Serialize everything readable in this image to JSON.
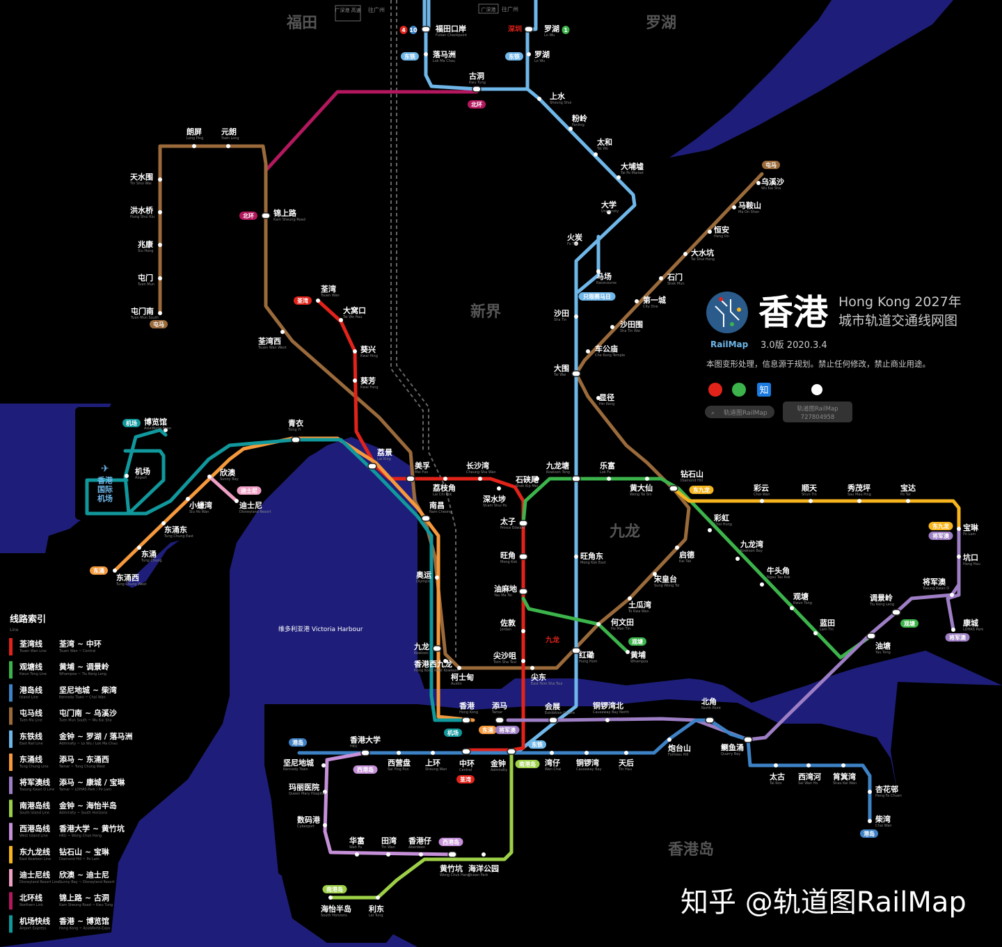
{
  "title": {
    "main": "香港",
    "en_year": "Hong Kong   2027年",
    "subtitle": "城市轨道交通线网图",
    "logo_name": "RailMap",
    "version_date": "3.0版    2020.3.4",
    "notice": "本图变形处理，信息源于规划。禁止任何修改，禁止商业用途。",
    "search_handle": "轨道图RailMap",
    "qq_group_label": "轨道图RailMap",
    "qq_group_number": "727804958"
  },
  "watermark": "知乎 @轨道图RailMap",
  "regions": [
    "福田",
    "罗湖",
    "新界",
    "九龙",
    "香港岛"
  ],
  "harbour_label": "维多利亚港  Victoria Harbour",
  "airport_label": [
    "香港",
    "国际",
    "机场"
  ],
  "border_notes": {
    "hsr_left": "广深港\n高速",
    "to_gz_left": "往广州",
    "hsr_right": "广深港",
    "to_gz_right": "往广州",
    "shenzhen": "深圳",
    "kowloon_hsr": "九龙"
  },
  "legend": {
    "title": "线路索引",
    "subtitle": "Line",
    "lines": [
      {
        "name": "荃湾线",
        "en": "Tsuen Wan Line",
        "route": "荃湾 ~ 中环",
        "route_en": "Tsuen Wan ~ Central",
        "color": "#e2231a"
      },
      {
        "name": "观塘线",
        "en": "Kwun Tong Line",
        "route": "黄埔 ~ 调景岭",
        "route_en": "Whampoa ~ Tiu Keng Leng",
        "color": "#3cb44b"
      },
      {
        "name": "港岛线",
        "en": "Island Line",
        "route": "坚尼地城 ~ 柴湾",
        "route_en": "Kennedy Town ~ Chai Wan",
        "color": "#3e82c6"
      },
      {
        "name": "屯马线",
        "en": "Tuen Ma Line",
        "route": "屯门南 ~ 乌溪沙",
        "route_en": "Tuen Mun South ~ Wu Kai Sha",
        "color": "#9a6a3b"
      },
      {
        "name": "东铁线",
        "en": "East Rail Line",
        "route": "金钟 ~ 罗湖 / 落马洲",
        "route_en": "Admiralty ~ Lo Wu / Lok Ma Chau",
        "color": "#6fb7e9"
      },
      {
        "name": "东涌线",
        "en": "Tung Chung Line",
        "route": "添马 ~ 东涌西",
        "route_en": "Tamar ~ Tung Chung West",
        "color": "#f5993c"
      },
      {
        "name": "将军澳线",
        "en": "Tseung Kwan O Line",
        "route": "添马 ~ 康城 / 宝琳",
        "route_en": "Tamar ~ LOHAS Park / Po Lam",
        "color": "#9e7ec4"
      },
      {
        "name": "南港岛线",
        "en": "South Island Line",
        "route": "金钟 ~ 海怡半岛",
        "route_en": "Admiralty ~ South Horizons",
        "color": "#9dd047"
      },
      {
        "name": "西港岛线",
        "en": "West Island Line",
        "route": "香港大学 ~ 黄竹坑",
        "route_en": "HKU ~ Wong Chuk Hang",
        "color": "#c590d8"
      },
      {
        "name": "东九龙线",
        "en": "East Kowloon Line",
        "route": "钻石山 ~ 宝琳",
        "route_en": "Diamond Hill ~ Po Lam",
        "color": "#f6b51e"
      },
      {
        "name": "迪士尼线",
        "en": "Disneyland Resort Line",
        "route": "欣澳 ~ 迪士尼",
        "route_en": "Sunny Bay ~ Disneyland Resort",
        "color": "#ef9fc4"
      },
      {
        "name": "北环线",
        "en": "Northern Link",
        "route": "锦上路 ~ 古洞",
        "route_en": "Kam Sheung Road ~ Kwu Tung",
        "color": "#b3185e"
      },
      {
        "name": "机场快线",
        "en": "Airport Express",
        "route": "香港 ~ 博览馆",
        "route_en": "Hong Kong ~ AsiaWorld-Expo",
        "color": "#11989c"
      }
    ]
  },
  "line_colors": {
    "tsuen_wan": "#e2231a",
    "kwun_tong": "#3cb44b",
    "island": "#3e82c6",
    "tuen_ma": "#9a6a3b",
    "east_rail": "#6fb7e9",
    "tung_chung": "#f5993c",
    "tseung_kwan_o": "#9e7ec4",
    "south_island": "#9dd047",
    "west_island": "#c590d8",
    "east_kowloon": "#f6b51e",
    "disneyland": "#ef9fc4",
    "northern_link": "#b3185e",
    "airport_express": "#11989c",
    "water": "#1e1e7a",
    "land": "#000000"
  },
  "stations": [
    {
      "zh": "福田口岸",
      "en": "Futian Checkpoint",
      "ic": true
    },
    {
      "zh": "罗湖",
      "en": "Lo Wu",
      "ic": true
    },
    {
      "zh": "落马洲",
      "en": "Lok Ma Chau"
    },
    {
      "zh": "罗湖",
      "en": "Lo Wu"
    },
    {
      "zh": "古洞",
      "en": "Kwu Tung",
      "ic": true
    },
    {
      "zh": "上水",
      "en": "Sheung Shui"
    },
    {
      "zh": "粉岭",
      "en": "Fanling"
    },
    {
      "zh": "太和",
      "en": "Tai Wo"
    },
    {
      "zh": "大埔墟",
      "en": "Tai Po Market"
    },
    {
      "zh": "大学",
      "en": "University"
    },
    {
      "zh": "火炭",
      "en": "Fo Tan"
    },
    {
      "zh": "马场",
      "en": "Racecourse"
    },
    {
      "zh": "沙田",
      "en": "Sha Tin"
    },
    {
      "zh": "大围",
      "en": "Tai Wai",
      "ic": true
    },
    {
      "zh": "九龙塘",
      "en": "Kowloon Tong",
      "ic": true
    },
    {
      "zh": "旺角东",
      "en": "Mong Kok East"
    },
    {
      "zh": "红磡",
      "en": "Hung Hom",
      "ic": true
    },
    {
      "zh": "会展",
      "en": "Exhibition Centre",
      "ic": true
    },
    {
      "zh": "金钟",
      "en": "Admiralty",
      "ic": true
    },
    {
      "zh": "朗屏",
      "en": "Long Ping"
    },
    {
      "zh": "元朗",
      "en": "Yuen Long"
    },
    {
      "zh": "天水围",
      "en": "Tin Shui Wai"
    },
    {
      "zh": "洪水桥",
      "en": "Hung Shui Kiu"
    },
    {
      "zh": "兆康",
      "en": "Siu Hong"
    },
    {
      "zh": "屯门",
      "en": "Tuen Mun"
    },
    {
      "zh": "屯门南",
      "en": "Tuen Mun South"
    },
    {
      "zh": "锦上路",
      "en": "Kam Sheung Road",
      "ic": true
    },
    {
      "zh": "荃湾西",
      "en": "Tsuen Wan West"
    },
    {
      "zh": "南昌",
      "en": "Nam Cheong",
      "ic": true
    },
    {
      "zh": "柯士甸",
      "en": "Austin"
    },
    {
      "zh": "尖东",
      "en": "East Tsim Sha Tsui"
    },
    {
      "zh": "何文田",
      "en": "Ho Man Tin"
    },
    {
      "zh": "土瓜湾",
      "en": "To Kwa Wan"
    },
    {
      "zh": "宋皇台",
      "en": "Sung Wong Toi"
    },
    {
      "zh": "启德",
      "en": "Kai Tak"
    },
    {
      "zh": "钻石山",
      "en": "Diamond Hill",
      "ic": true
    },
    {
      "zh": "显径",
      "en": "Hin Keng"
    },
    {
      "zh": "车公庙",
      "en": "Che Kung Temple"
    },
    {
      "zh": "沙田围",
      "en": "Sha Tin Wai"
    },
    {
      "zh": "第一城",
      "en": "City One"
    },
    {
      "zh": "石门",
      "en": "Shek Mun"
    },
    {
      "zh": "大水坑",
      "en": "Tai Shui Hang"
    },
    {
      "zh": "恒安",
      "en": "Heng On"
    },
    {
      "zh": "马鞍山",
      "en": "Ma On Shan"
    },
    {
      "zh": "乌溪沙",
      "en": "Wu Kai Sha"
    },
    {
      "zh": "荃湾",
      "en": "Tsuen Wan"
    },
    {
      "zh": "大窝口",
      "en": "Tai Wo Hau"
    },
    {
      "zh": "葵兴",
      "en": "Kwai Hing"
    },
    {
      "zh": "葵芳",
      "en": "Kwai Fong"
    },
    {
      "zh": "荔景",
      "en": "Lai King",
      "ic": true
    },
    {
      "zh": "美孚",
      "en": "Mei Foo",
      "ic": true
    },
    {
      "zh": "荔枝角",
      "en": "Lai Chi Kok"
    },
    {
      "zh": "长沙湾",
      "en": "Cheung Sha Wan"
    },
    {
      "zh": "深水埗",
      "en": "Sham Shui Po"
    },
    {
      "zh": "太子",
      "en": "Prince Edward",
      "ic": true
    },
    {
      "zh": "旺角",
      "en": "Mong Kok",
      "ic": true
    },
    {
      "zh": "油麻地",
      "en": "Yau Ma Tei",
      "ic": true
    },
    {
      "zh": "佐敦",
      "en": "Jordan"
    },
    {
      "zh": "尖沙咀",
      "en": "Tsim Sha Tsui"
    },
    {
      "zh": "中环",
      "en": "Central",
      "ic": true
    },
    {
      "zh": "石硖尾",
      "en": "Shek Kip Mei"
    },
    {
      "zh": "乐富",
      "en": "Lok Fu"
    },
    {
      "zh": "黄大仙",
      "en": "Wong Tai Sin"
    },
    {
      "zh": "彩虹",
      "en": "Choi Hung"
    },
    {
      "zh": "九龙湾",
      "en": "Kowloon Bay"
    },
    {
      "zh": "牛头角",
      "en": "Ngau Tau Kok"
    },
    {
      "zh": "观塘",
      "en": "Kwun Tong"
    },
    {
      "zh": "蓝田",
      "en": "Lam Tin"
    },
    {
      "zh": "油塘",
      "en": "Yau Tong",
      "ic": true
    },
    {
      "zh": "调景岭",
      "en": "Tiu Keng Leng",
      "ic": true
    },
    {
      "zh": "黄埔",
      "en": "Whampoa"
    },
    {
      "zh": "彩云",
      "en": "Choi Wan"
    },
    {
      "zh": "顺天",
      "en": "Shun Tin"
    },
    {
      "zh": "秀茂坪",
      "en": "Sau Mau Ping"
    },
    {
      "zh": "宝达",
      "en": "Po Tat"
    },
    {
      "zh": "宝琳",
      "en": "Po Lam"
    },
    {
      "zh": "坑口",
      "en": "Hang Hau"
    },
    {
      "zh": "将军澳",
      "en": "Tseung Kwan O"
    },
    {
      "zh": "康城",
      "en": "LOHAS Park"
    },
    {
      "zh": "北角",
      "en": "North Point",
      "ic": true
    },
    {
      "zh": "鲗鱼涌",
      "en": "Quarry Bay",
      "ic": true
    },
    {
      "zh": "炮台山",
      "en": "Fortress Hill"
    },
    {
      "zh": "天后",
      "en": "Tin Hau"
    },
    {
      "zh": "铜锣湾",
      "en": "Causeway Bay"
    },
    {
      "zh": "铜锣湾北",
      "en": "Causeway Bay North"
    },
    {
      "zh": "湾仔",
      "en": "Wan Chai"
    },
    {
      "zh": "太古",
      "en": "Tai Koo"
    },
    {
      "zh": "西湾河",
      "en": "Sai Wan Ho"
    },
    {
      "zh": "筲箕湾",
      "en": "Shau Kei Wan"
    },
    {
      "zh": "杏花邨",
      "en": "Heng Fa Chuen"
    },
    {
      "zh": "柴湾",
      "en": "Chai Wan"
    },
    {
      "zh": "上环",
      "en": "Sheung Wan"
    },
    {
      "zh": "西营盘",
      "en": "Sai Ying Pun"
    },
    {
      "zh": "香港大学",
      "en": "HKU",
      "ic": true
    },
    {
      "zh": "坚尼地城",
      "en": "Kennedy Town"
    },
    {
      "zh": "玛丽医院",
      "en": "Queen Mary Hospital"
    },
    {
      "zh": "数码港",
      "en": "Cyberport"
    },
    {
      "zh": "华富",
      "en": "Wah Fu"
    },
    {
      "zh": "田湾",
      "en": "Tin Wan"
    },
    {
      "zh": "香港仔",
      "en": "Aberdeen"
    },
    {
      "zh": "黄竹坑",
      "en": "Wong Chuk Hang",
      "ic": true
    },
    {
      "zh": "海洋公园",
      "en": "Ocean Park"
    },
    {
      "zh": "利东",
      "en": "Lei Tung"
    },
    {
      "zh": "海怡半岛",
      "en": "South Horizons"
    },
    {
      "zh": "香港",
      "en": "Hong Kong",
      "ic": true
    },
    {
      "zh": "添马",
      "en": "Tamar",
      "ic": true
    },
    {
      "zh": "九龙",
      "en": "Kowloon",
      "ic": true
    },
    {
      "zh": "奥运",
      "en": "Olympic"
    },
    {
      "zh": "青衣",
      "en": "Tsing Yi",
      "ic": true
    },
    {
      "zh": "欣澳",
      "en": "Sunny Bay"
    },
    {
      "zh": "小蠔湾",
      "en": "Siu Ho Wan"
    },
    {
      "zh": "东涌东",
      "en": "Tung Chung East"
    },
    {
      "zh": "东涌",
      "en": "Tung Chung"
    },
    {
      "zh": "东涌西",
      "en": "Tung Chung West"
    },
    {
      "zh": "迪士尼",
      "en": "Disneyland Resort"
    },
    {
      "zh": "机场",
      "en": "Airport"
    },
    {
      "zh": "博览馆",
      "en": "AsiaWorld-Expo"
    },
    {
      "zh": "香港西九龙",
      "en": "Hong Kong West Kowloon"
    }
  ],
  "line_tags": [
    "4",
    "10",
    "1",
    "东铁",
    "东铁",
    "北环",
    "北环",
    "屯马",
    "荃湾",
    "只限赛马日",
    "屯马",
    "东九龙",
    "东九龙",
    "将军澳",
    "将军澳",
    "观塘",
    "观塘",
    "东涌",
    "东涌",
    "将军澳",
    "机场",
    "东铁",
    "南港岛",
    "港岛",
    "港岛",
    "西港岛",
    "西港岛",
    "南港岛",
    "荃湾",
    "机场",
    "迪士尼"
  ]
}
